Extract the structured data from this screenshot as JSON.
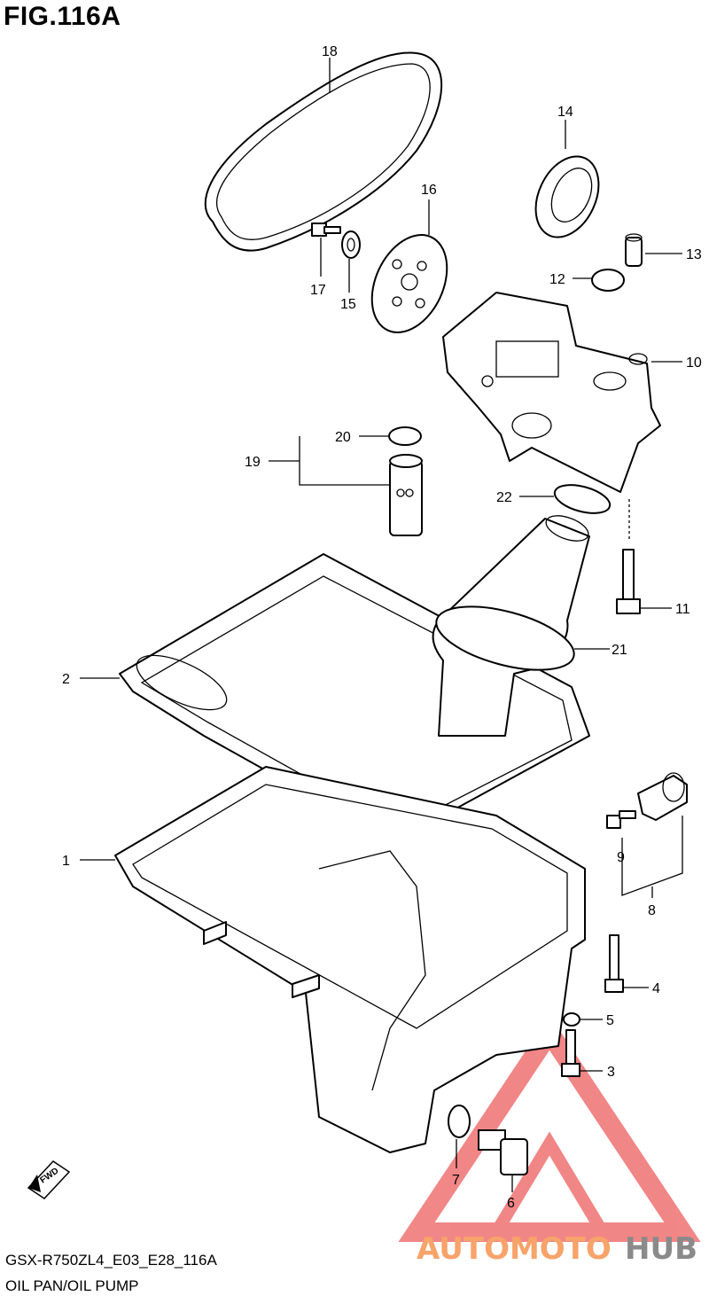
{
  "figure": {
    "code": "FIG.116A"
  },
  "footer": {
    "model_code": "GSX-R750ZL4_E03_E28_116A",
    "section_title": "OIL PAN/OIL PUMP"
  },
  "orientation": {
    "arrow_text": "FWD"
  },
  "watermark": {
    "brand_left": "AUTOMOTO",
    "brand_right": "HUB",
    "color_primary": "#f07a7a",
    "color_secondary": "#888888"
  },
  "callouts": [
    "1",
    "2",
    "3",
    "4",
    "5",
    "6",
    "7",
    "8",
    "9",
    "10",
    "11",
    "12",
    "13",
    "14",
    "15",
    "16",
    "17",
    "18",
    "19",
    "20",
    "21",
    "22"
  ]
}
